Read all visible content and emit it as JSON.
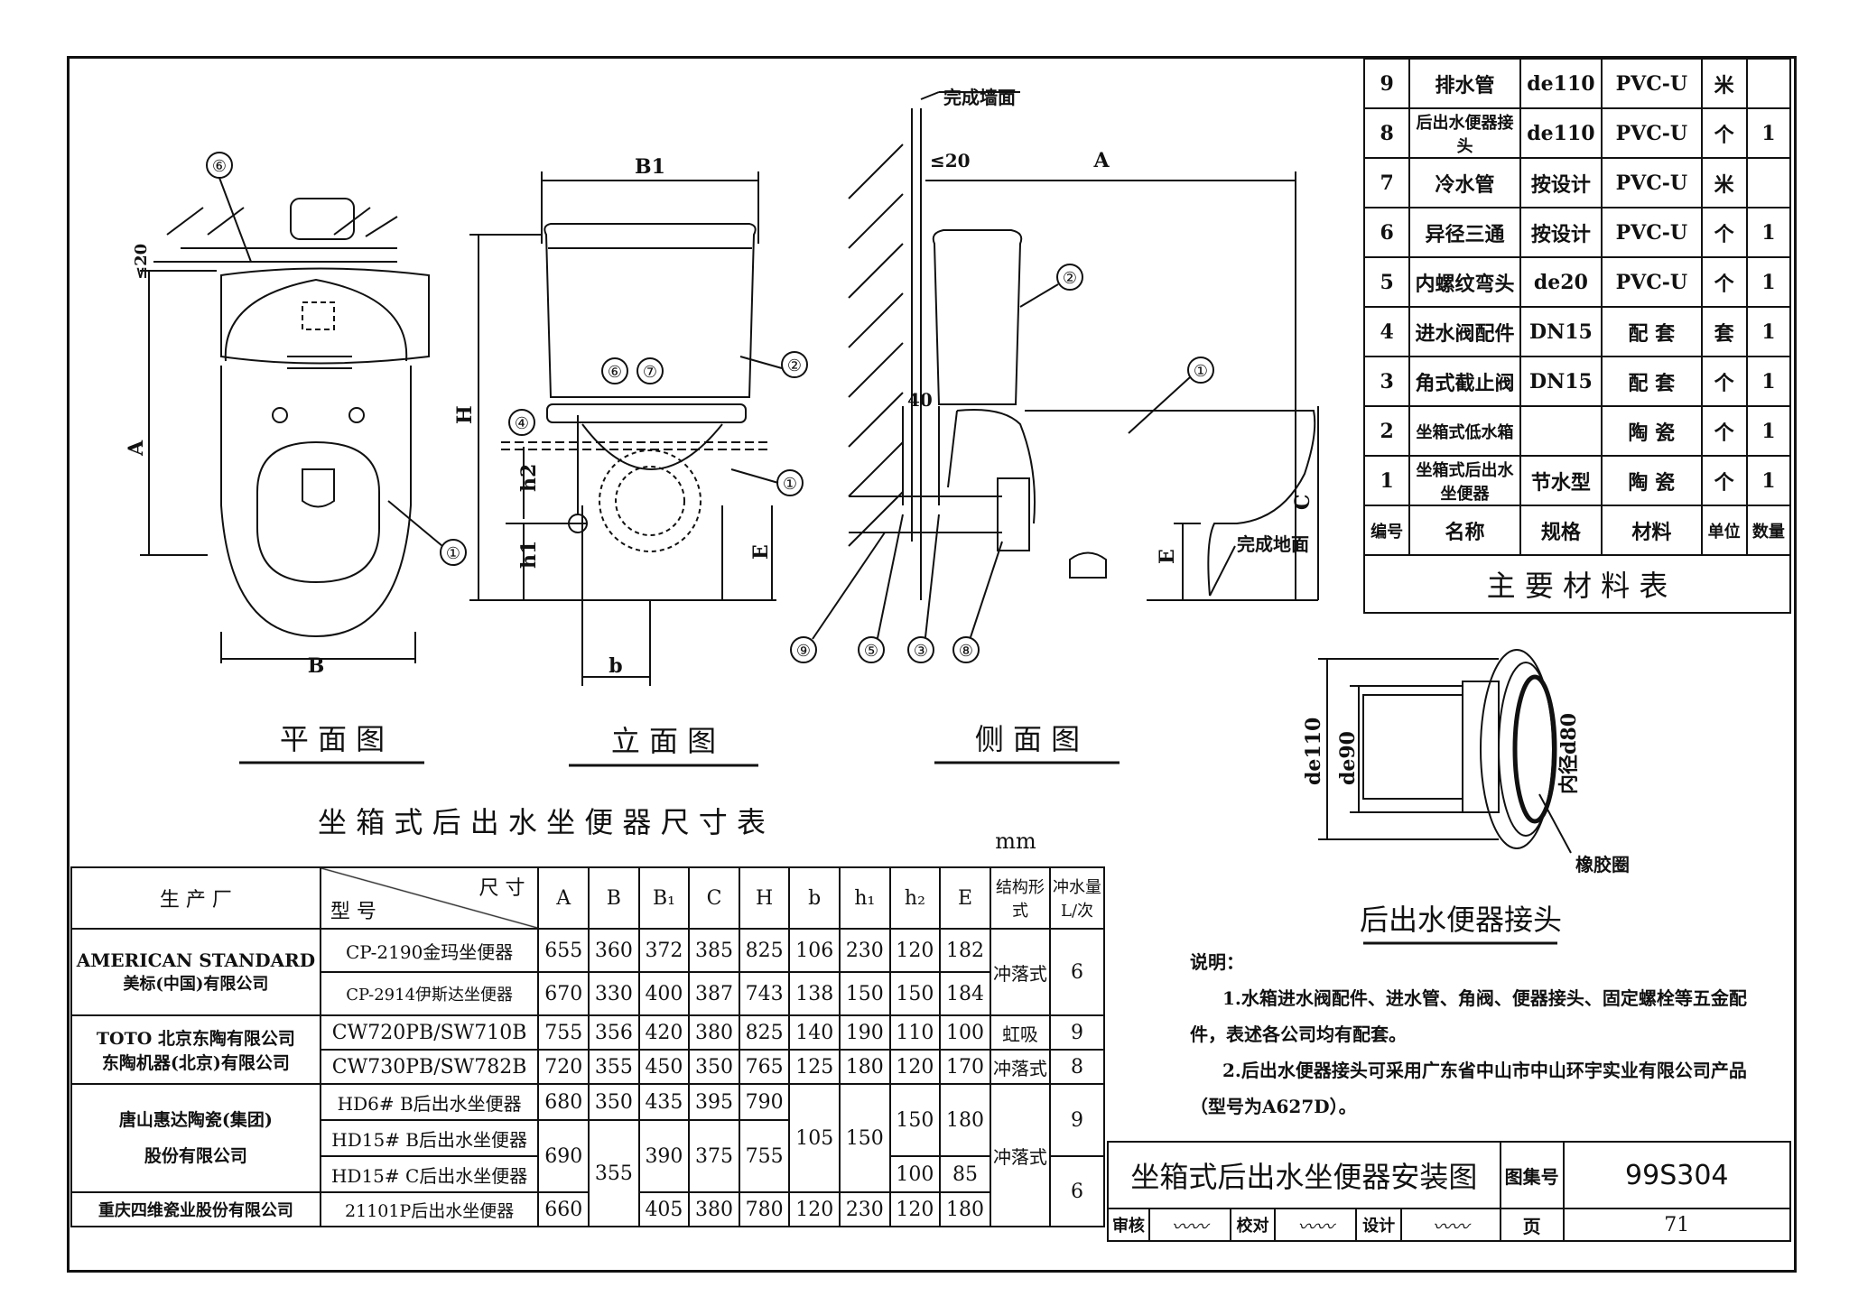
{
  "drawing_title": "坐箱式后出水坐便器安装图",
  "views": {
    "plan_title": "平 面 图",
    "front_title": "立 面 图",
    "side_title": "侧 面 图",
    "plan_labels": {
      "a": "A",
      "b": "B",
      "lt20": "≤20"
    },
    "front_labels": {
      "b1": "B1",
      "h": "H",
      "h1": "h1",
      "h2": "h2",
      "b": "b",
      "e": "E"
    },
    "side_labels": {
      "wall": "完成墙面",
      "floor": "完成地面",
      "lt20": "≤20",
      "a": "A",
      "c": "C",
      "e": "E",
      "forty": "40"
    },
    "callouts": [
      "①",
      "②",
      "③",
      "④",
      "⑤",
      "⑥",
      "⑦",
      "⑧",
      "⑨"
    ]
  },
  "materials": {
    "title": "主 要 材 料 表",
    "headers": [
      "编号",
      "名称",
      "规格",
      "材料",
      "单位",
      "数量"
    ],
    "rows": [
      [
        "9",
        "排水管",
        "de110",
        "PVC-U",
        "米",
        ""
      ],
      [
        "8",
        "后出水便器接头",
        "de110",
        "PVC-U",
        "个",
        "1"
      ],
      [
        "7",
        "冷水管",
        "按设计",
        "PVC-U",
        "米",
        ""
      ],
      [
        "6",
        "异径三通",
        "按设计",
        "PVC-U",
        "个",
        "1"
      ],
      [
        "5",
        "内螺纹弯头",
        "de20",
        "PVC-U",
        "个",
        "1"
      ],
      [
        "4",
        "进水阀配件",
        "DN15",
        "配 套",
        "套",
        "1"
      ],
      [
        "3",
        "角式截止阀",
        "DN15",
        "配 套",
        "个",
        "1"
      ],
      [
        "2",
        "坐箱式低水箱",
        "",
        "陶 瓷",
        "个",
        "1"
      ],
      [
        "1",
        "坐箱式后出水坐便器",
        "节水型",
        "陶 瓷",
        "个",
        "1"
      ]
    ]
  },
  "connector": {
    "title": "后出水便器接头",
    "labels": {
      "de110": "de110",
      "de90": "de90",
      "inner": "内径d80",
      "gasket": "橡胶圈"
    }
  },
  "dimension_table": {
    "title": "坐 箱 式 后 出 水 坐 便 器 尺 寸 表",
    "unit": "mm",
    "header_maker": "生 产 厂",
    "header_size": "尺 寸",
    "header_model": "型 号",
    "columns": [
      "A",
      "B",
      "B₁",
      "C",
      "H",
      "b",
      "h₁",
      "h₂",
      "E"
    ],
    "header_struct": "结构形式",
    "header_flush": "冲水量L/次",
    "makers": {
      "am1": "AMERICAN STANDARD",
      "am2": "美标(中国)有限公司",
      "toto1": "TOTO 北京东陶有限公司",
      "toto2": "东陶机器(北京)有限公司",
      "hd1": "唐山惠达陶瓷(集团)",
      "hd2": "股份有限公司",
      "cq": "重庆四维瓷业股份有限公司"
    },
    "rows": [
      {
        "model": "CP-2190金玛坐便器",
        "A": "655",
        "B": "360",
        "B1": "372",
        "C": "385",
        "H": "825",
        "b": "106",
        "h1": "230",
        "h2": "120",
        "E": "182"
      },
      {
        "model": "CP-2914伊斯达坐便器",
        "A": "670",
        "B": "330",
        "B1": "400",
        "C": "387",
        "H": "743",
        "b": "138",
        "h1": "150",
        "h2": "150",
        "E": "184"
      },
      {
        "model": "CW720PB/SW710B",
        "A": "755",
        "B": "356",
        "B1": "420",
        "C": "380",
        "H": "825",
        "b": "140",
        "h1": "190",
        "h2": "110",
        "E": "100"
      },
      {
        "model": "CW730PB/SW782B",
        "A": "720",
        "B": "355",
        "B1": "450",
        "C": "350",
        "H": "765",
        "b": "125",
        "h1": "180",
        "h2": "120",
        "E": "170"
      },
      {
        "model": "HD6# B后出水坐便器",
        "A": "680",
        "B": "350",
        "B1": "435",
        "C": "395",
        "H": "790"
      },
      {
        "model": "HD15# B后出水坐便器",
        "A": "690",
        "B": "355",
        "B1": "390",
        "C": "375",
        "H": "755",
        "b": "105",
        "h1": "150",
        "h2": "150",
        "E": "180"
      },
      {
        "model": "HD15# C后出水坐便器",
        "h2": "100",
        "E": "85"
      },
      {
        "model": "21101P后出水坐便器",
        "A": "660",
        "B1": "405",
        "C": "380",
        "H": "780",
        "b": "120",
        "h1": "230",
        "h2": "120",
        "E": "180"
      }
    ],
    "struct": {
      "s1": "冲落式",
      "s2": "虹吸",
      "s3": "冲落式",
      "s4": "冲落式"
    },
    "flush": {
      "f1": "6",
      "f2": "9",
      "f3": "8",
      "f4": "9",
      "f5": "6"
    }
  },
  "notes": {
    "title": "说明：",
    "n1": "1.水箱进水阀配件、进水管、角阀、便器接头、固定螺栓等五金配件，表述各公司均有配套。",
    "n2": "2.后出水便器接头可采用广东省中山市中山环宇实业有限公司产品（型号为A627D）。"
  },
  "title_block": {
    "atlas_label": "图集号",
    "atlas_no": "99S304",
    "review": "审核",
    "check": "校对",
    "design": "设计",
    "page_label": "页",
    "page_no": "71"
  }
}
